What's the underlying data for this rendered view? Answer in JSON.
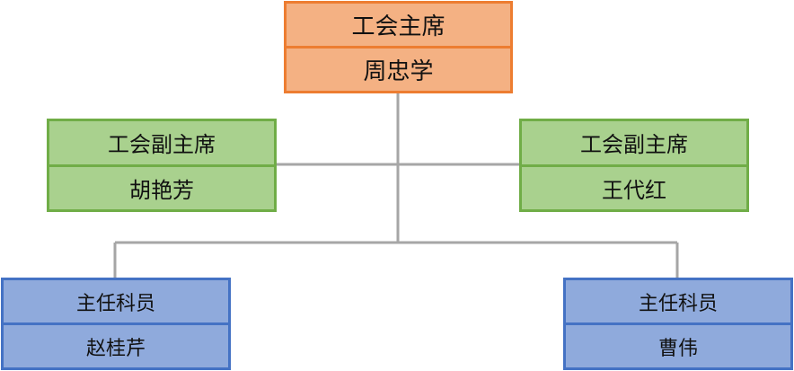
{
  "chart": {
    "chair": {
      "title": "工会主席",
      "name": "周忠学"
    },
    "vice_chairs": [
      {
        "title": "工会副主席",
        "name": "胡艳芳"
      },
      {
        "title": "工会副主席",
        "name": "王代红"
      }
    ],
    "staff": [
      {
        "title": "主任科员",
        "name": "赵桂芹"
      },
      {
        "title": "主任科员",
        "name": "曹伟"
      }
    ]
  },
  "colors": {
    "chair_fill": "#f4b183",
    "chair_border": "#ed7d31",
    "vice_fill": "#a9d18e",
    "vice_border": "#70ad47",
    "staff_fill": "#8faadc",
    "staff_border": "#4472c4",
    "connector": "#a6a6a6"
  }
}
